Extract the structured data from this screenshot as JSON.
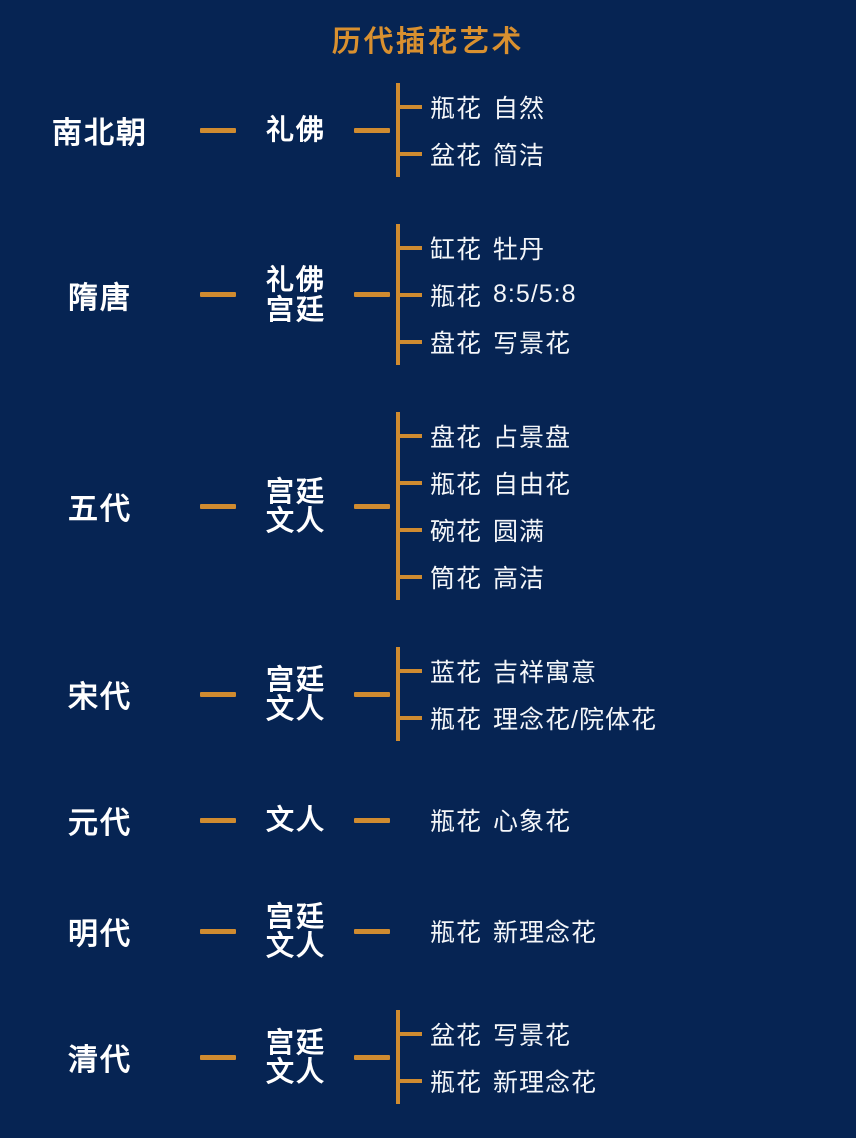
{
  "title": "历代插花艺术",
  "colors": {
    "background": "#062453",
    "accent": "#cf8b30",
    "title": "#d9902f",
    "text": "#ffffff"
  },
  "rows": [
    {
      "era": "南北朝",
      "groups": [
        "礼佛"
      ],
      "leaves": [
        {
          "kind": "瓶花",
          "desc": "自然"
        },
        {
          "kind": "盆花",
          "desc": "简洁"
        }
      ]
    },
    {
      "era": "隋唐",
      "groups": [
        "礼佛",
        "宫廷"
      ],
      "leaves": [
        {
          "kind": "缸花",
          "desc": "牡丹"
        },
        {
          "kind": "瓶花",
          "desc": "8:5/5:8"
        },
        {
          "kind": "盘花",
          "desc": "写景花"
        }
      ]
    },
    {
      "era": "五代",
      "groups": [
        "宫廷",
        "文人"
      ],
      "leaves": [
        {
          "kind": "盘花",
          "desc": "占景盘"
        },
        {
          "kind": "瓶花",
          "desc": "自由花"
        },
        {
          "kind": "碗花",
          "desc": "圆满"
        },
        {
          "kind": "筒花",
          "desc": "高洁"
        }
      ]
    },
    {
      "era": "宋代",
      "groups": [
        "宫廷",
        "文人"
      ],
      "leaves": [
        {
          "kind": "蓝花",
          "desc": "吉祥寓意"
        },
        {
          "kind": "瓶花",
          "desc": "理念花/院体花"
        }
      ]
    },
    {
      "era": "元代",
      "groups": [
        "文人"
      ],
      "leaves": [
        {
          "kind": "瓶花",
          "desc": "心象花"
        }
      ]
    },
    {
      "era": "明代",
      "groups": [
        "宫廷",
        "文人"
      ],
      "leaves": [
        {
          "kind": "瓶花",
          "desc": "新理念花"
        }
      ]
    },
    {
      "era": "清代",
      "groups": [
        "宫廷",
        "文人"
      ],
      "leaves": [
        {
          "kind": "盆花",
          "desc": "写景花"
        },
        {
          "kind": "瓶花",
          "desc": "新理念花"
        }
      ]
    }
  ]
}
